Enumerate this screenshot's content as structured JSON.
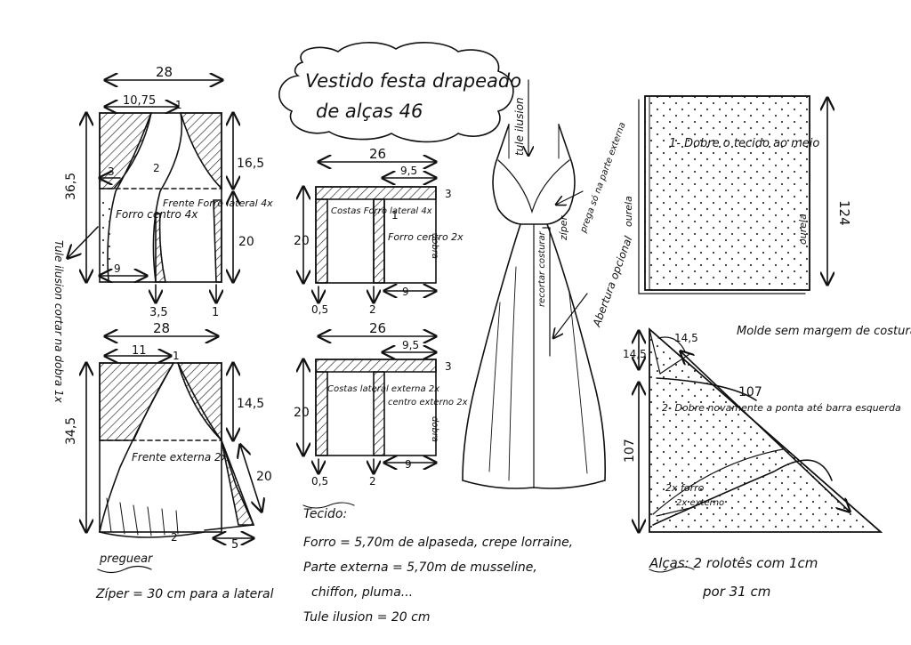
{
  "title": {
    "line1": "Vestido festa drapeado",
    "line2": "de alças  46"
  },
  "pattern_front_lining": {
    "width": "28",
    "top_left": "10,75",
    "mark_top": "1",
    "left_small": "3",
    "height": "36,5",
    "right_top": "16,5",
    "right_bottom": "20",
    "bottom_left": "9",
    "bottom_mid": "3,5",
    "bottom_right": "1",
    "curve_mark": "2",
    "label_center": "Forro centro 4x",
    "label_lateral": "Frente Forro lateral 4x",
    "side_note": "Tule ilusion cortar na dobra 1x"
  },
  "pattern_back_lining": {
    "width": "26",
    "top_right": "9,5",
    "right_small": "3",
    "height": "20",
    "inner_mark": "1",
    "bottom_left": "0,5",
    "bottom_mid": "2",
    "bottom_right": "9",
    "label_lateral": "Costas Forro lateral 4x",
    "label_center": "Forro centro 2x",
    "fold": "dobra"
  },
  "pattern_front_outer": {
    "width": "28",
    "top_left": "11",
    "mark_top": "1",
    "height": "34,5",
    "right_top": "14,5",
    "right_diag": "20",
    "bottom_mark": "2",
    "bottom_right": "5",
    "label": "Frente externa 2x",
    "gather": "preguear",
    "zip_note": "Zíper = 30 cm para a lateral"
  },
  "pattern_back_outer": {
    "width": "26",
    "top_right": "9,5",
    "right_small": "3",
    "height": "20",
    "bottom_left": "0,5",
    "bottom_mid": "2",
    "bottom_right": "9",
    "label_lateral": "Costas lateral externa 2x",
    "label_center": "centro externo 2x",
    "fold": "dobra"
  },
  "dress_notes": {
    "tule": "tule ilusion",
    "straps": "prega só na parte externa",
    "zipper": "zíper",
    "cut": "recortar costurar",
    "opening": "Abertura opcional"
  },
  "fabric_fold": {
    "text": "1- Dobre o tecido ao meio",
    "height": "124",
    "selvage": "ourela"
  },
  "triangle": {
    "note": "Molde sem margem de costura",
    "side_top": "14,5",
    "side_left": "14,5",
    "hyp": "107",
    "left": "107",
    "text": "2- Dobre novamente a ponta até barra esquerda",
    "forro": "2x forro",
    "externo": "2x externo"
  },
  "fabric_text": {
    "heading": "Tecido:",
    "lining": "Forro = 5,70m de alpaseda, crepe lorraine,",
    "outer": "Parte externa = 5,70m  de musseline,",
    "outer2": "chiffon, pluma...",
    "tule": "Tule ilusion = 20 cm"
  },
  "straps_text": {
    "line1": "Alças: 2 rolotês com 1cm",
    "line2": "por 31 cm"
  }
}
